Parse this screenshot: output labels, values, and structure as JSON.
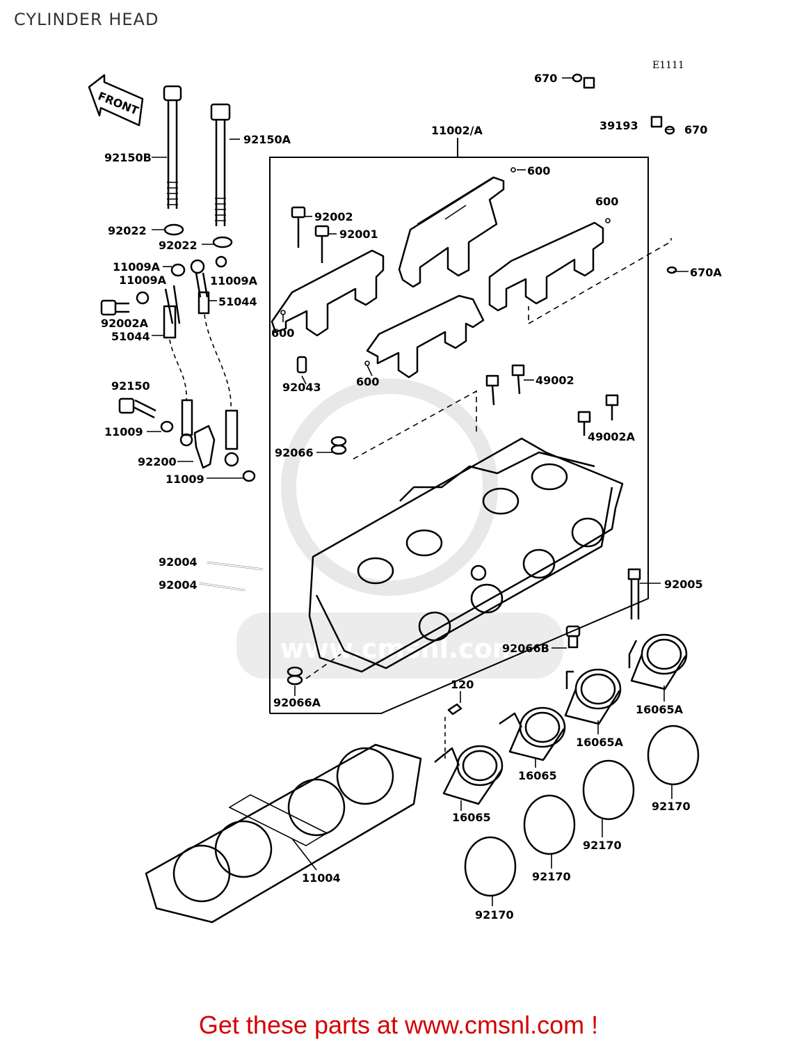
{
  "title": "CYLINDER HEAD",
  "diagram_code": "E1111",
  "front_label": "FRONT",
  "footer": "Get these parts at www.cmsnl.com !",
  "watermark": "www.cmsnl.com",
  "colors": {
    "footer": "#d40000",
    "title": "#333333"
  },
  "labels": {
    "l670a": "670",
    "l670b": "670",
    "l39193": "39193",
    "l11002A": "11002/A",
    "l600a": "600",
    "l600b": "600",
    "l600c": "600",
    "l600d": "600",
    "l670A": "670A",
    "l92150B": "92150B",
    "l92150A": "92150A",
    "l92022a": "92022",
    "l92022b": "92022",
    "l92002": "92002",
    "l92001": "92001",
    "l11009Aa": "11009A",
    "l11009Ab": "11009A",
    "l11009Ac": "11009A",
    "l92002A": "92002A",
    "l51044a": "51044",
    "l51044b": "51044",
    "l92043": "92043",
    "l49002": "49002",
    "l49002A": "49002A",
    "l92150": "92150",
    "l11009a": "11009",
    "l11009b": "11009",
    "l92200": "92200",
    "l92066": "92066",
    "l92004a": "92004",
    "l92004b": "92004",
    "l92005": "92005",
    "l92066B": "92066B",
    "l92066A": "92066A",
    "l120": "120",
    "l16065Aa": "16065A",
    "l16065Ab": "16065A",
    "l16065a": "16065",
    "l16065b": "16065",
    "l92170a": "92170",
    "l92170b": "92170",
    "l92170c": "92170",
    "l92170d": "92170",
    "l11004": "11004"
  }
}
